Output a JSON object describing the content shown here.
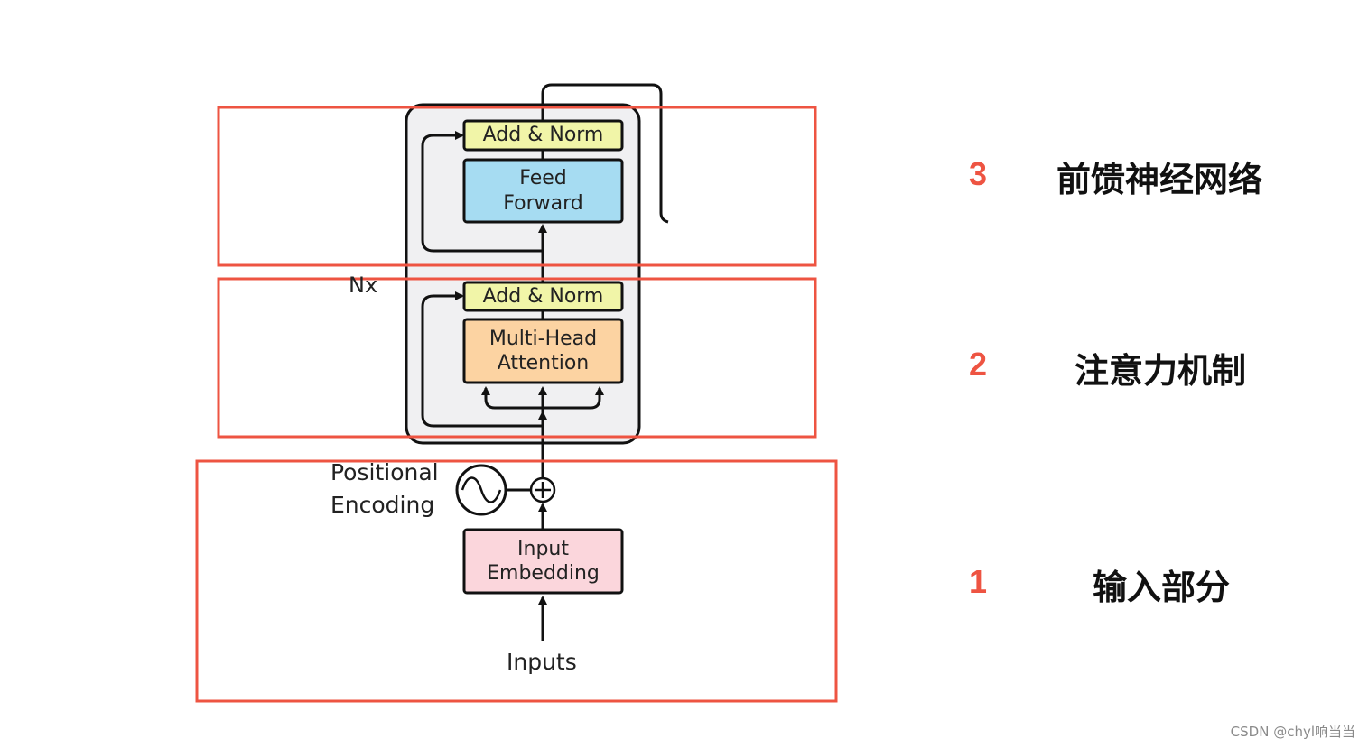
{
  "encoder": {
    "add_norm_top": "Add & Norm",
    "feed_forward_line1": "Feed",
    "feed_forward_line2": "Forward",
    "add_norm_mid": "Add & Norm",
    "mha_line1": "Multi-Head",
    "mha_line2": "Attention",
    "nx": "Nx",
    "positional_line1": "Positional",
    "positional_line2": "Encoding",
    "embedding_line1": "Input",
    "embedding_line2": "Embedding",
    "inputs": "Inputs"
  },
  "sections": [
    {
      "number": "3",
      "label": "前馈神经网络"
    },
    {
      "number": "2",
      "label": "注意力机制"
    },
    {
      "number": "1",
      "label": "输入部分"
    }
  ],
  "watermark": "CSDN @chyl响当当",
  "colors": {
    "highlight": "#ee5442",
    "add_norm": "#f1f5a8",
    "feed_forward": "#a6dcf2",
    "attention": "#fcd3a2",
    "embedding": "#fbd6dc",
    "block_bg": "#f0f0f2"
  }
}
